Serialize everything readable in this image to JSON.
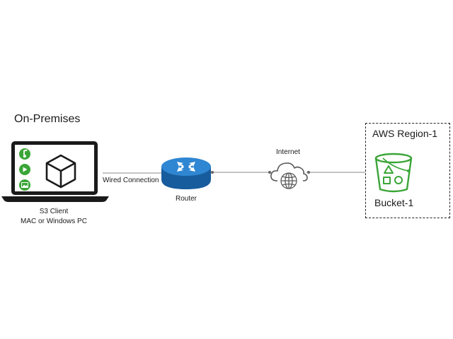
{
  "on_premises": {
    "title": "On-Premises",
    "client_line1": "S3 Client",
    "client_line2": "MAC or Windows PC"
  },
  "connections": {
    "wired_label": "Wired Connection",
    "router_label": "Router",
    "internet_label": "Internet"
  },
  "aws": {
    "region_label": "AWS Region-1",
    "bucket_label": "Bucket-1"
  },
  "colors": {
    "accent_green": "#3aa537",
    "router_blue": "#1e6fb8",
    "line_gray": "#8a8a8a",
    "laptop_black": "#1a1a1a"
  },
  "icons": {
    "laptop": "laptop-icon",
    "music": "music-note-icon",
    "play": "play-icon",
    "image": "image-icon",
    "cube": "cube-icon",
    "router": "router-icon",
    "cloud": "cloud-globe-icon",
    "bucket": "s3-bucket-icon"
  }
}
